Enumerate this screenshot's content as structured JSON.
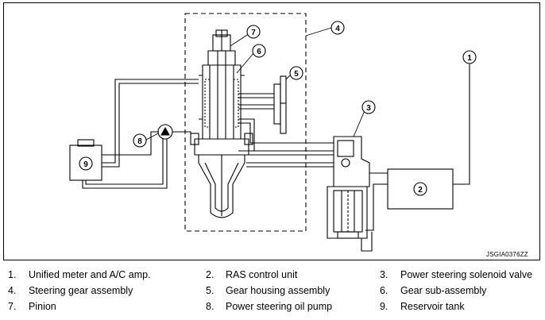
{
  "diagram": {
    "code": "JSGIA0376ZZ",
    "callouts": {
      "c1": "1",
      "c2": "2",
      "c3": "3",
      "c4": "4",
      "c5": "5",
      "c6": "6",
      "c7": "7",
      "c8": "8",
      "c9": "9"
    }
  },
  "legend": {
    "rows": [
      [
        {
          "num": "1.",
          "text": "Unified meter and A/C amp."
        },
        {
          "num": "2.",
          "text": "RAS control unit"
        },
        {
          "num": "3.",
          "text": "Power steering solenoid valve"
        }
      ],
      [
        {
          "num": "4.",
          "text": "Steering gear assembly"
        },
        {
          "num": "5.",
          "text": "Gear housing assembly"
        },
        {
          "num": "6.",
          "text": "Gear sub-assembly"
        }
      ],
      [
        {
          "num": "7.",
          "text": "Pinion"
        },
        {
          "num": "8.",
          "text": "Power steering oil pump"
        },
        {
          "num": "9.",
          "text": "Reservoir tank"
        }
      ]
    ]
  }
}
